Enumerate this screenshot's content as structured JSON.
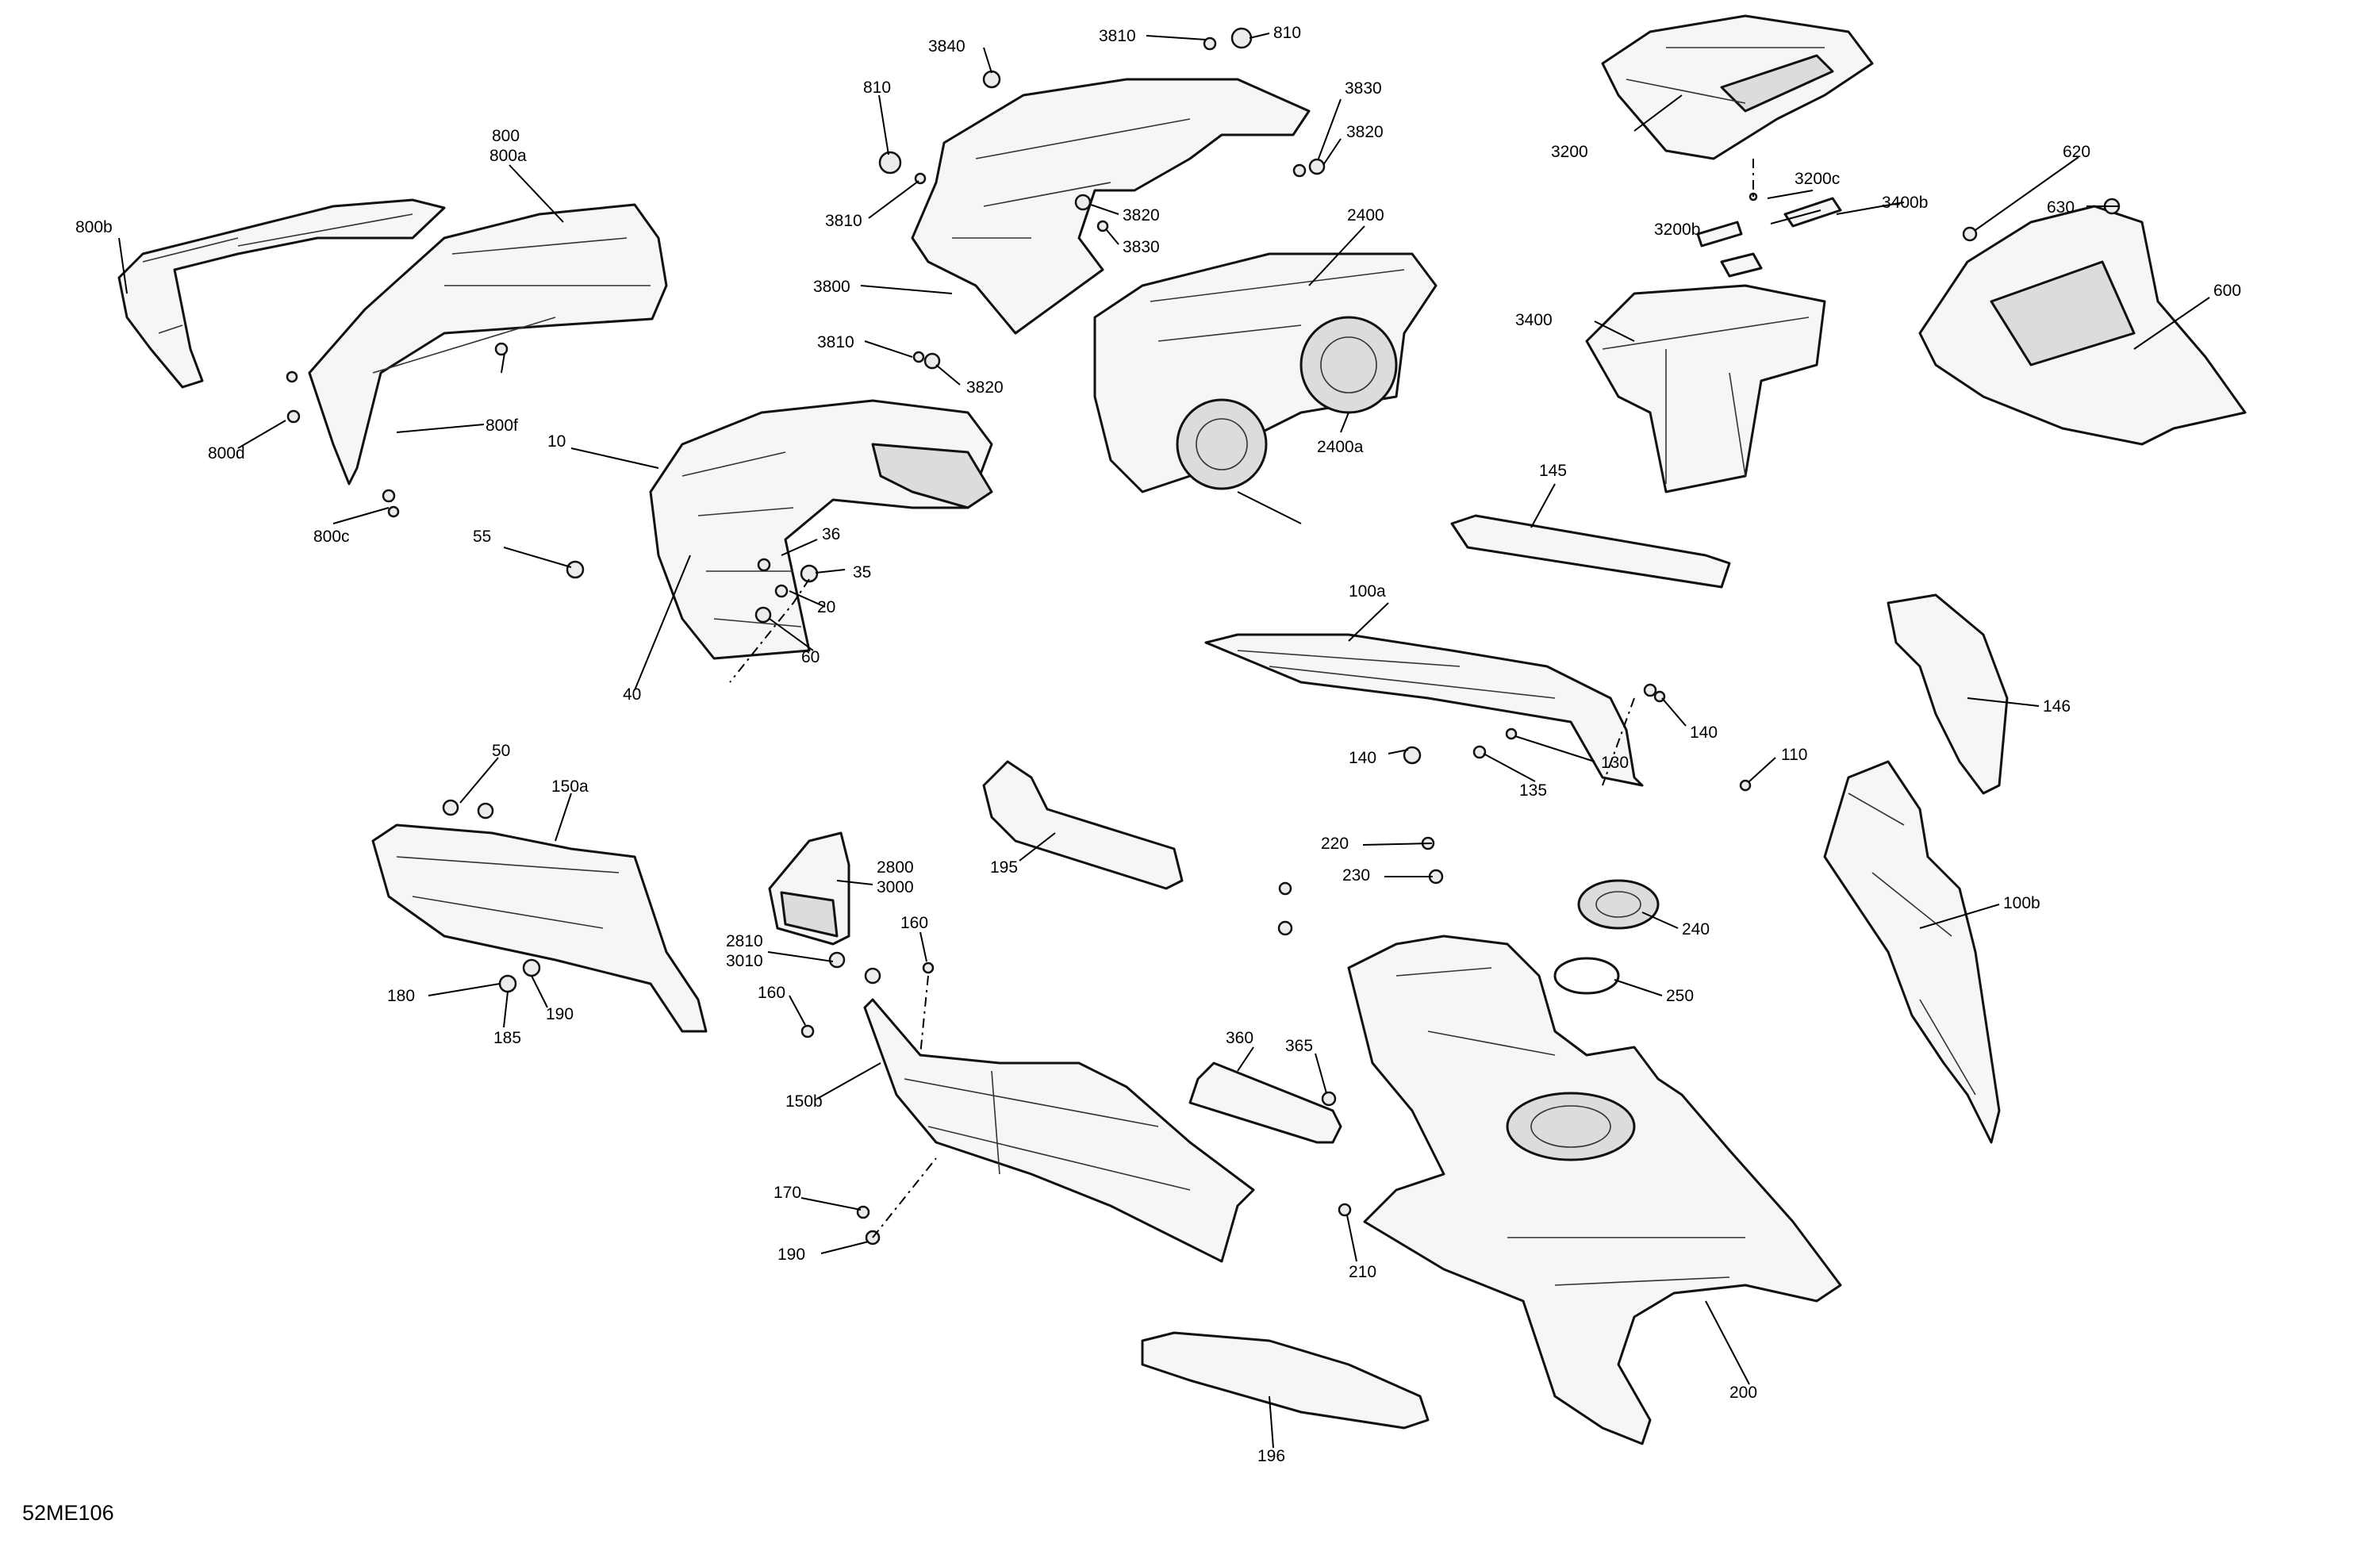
{
  "diagram_id": "52ME106",
  "callouts": [
    "3810",
    "810",
    "3840",
    "810",
    "3830",
    "3820",
    "3810",
    "3820",
    "3830",
    "3800",
    "3810",
    "3820",
    "2400",
    "2400a",
    "800",
    "800a",
    "800b",
    "800d",
    "800f",
    "800c",
    "10",
    "55",
    "36",
    "35",
    "20",
    "60",
    "40",
    "3200",
    "3200c",
    "3200b",
    "3400b",
    "3400",
    "620",
    "630",
    "600",
    "145",
    "100a",
    "140",
    "140",
    "130",
    "135",
    "146",
    "110",
    "100b",
    "50",
    "150a",
    "180",
    "185",
    "190",
    "195",
    "2800",
    "3000",
    "2810",
    "3010",
    "160",
    "160",
    "150b",
    "170",
    "190",
    "220",
    "230",
    "240",
    "250",
    "360",
    "365",
    "210",
    "200",
    "196"
  ]
}
